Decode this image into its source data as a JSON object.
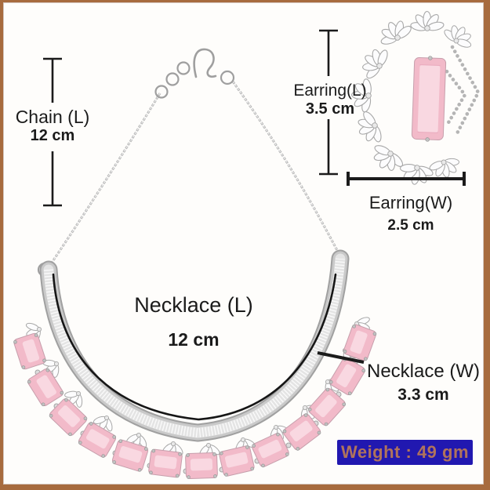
{
  "colors": {
    "frame-border": "#a76b3e",
    "canvas-bg": "#fefdfb",
    "text": "#1b1b1b",
    "measure-line": "#1b1b1b",
    "metal-mid": "#b9b9b9",
    "metal-dark": "#9f9f9f",
    "stone-pink": "#f2bac9",
    "stone-pink-light": "#f9d8e1",
    "badge-bg": "#2118b0",
    "badge-text": "#b0735c"
  },
  "annotations": {
    "chain_length": {
      "label": "Chain (L)",
      "value": "12 cm"
    },
    "earring_length": {
      "label": "Earring(L)",
      "value": "3.5 cm"
    },
    "earring_width": {
      "label": "Earring(W)",
      "value": "2.5 cm"
    },
    "necklace_length": {
      "label": "Necklace (L)",
      "value": "12 cm"
    },
    "necklace_width": {
      "label": "Necklace (W)",
      "value": "3.3 cm"
    }
  },
  "badge": {
    "weight_text": "Weight : 49 gm"
  }
}
